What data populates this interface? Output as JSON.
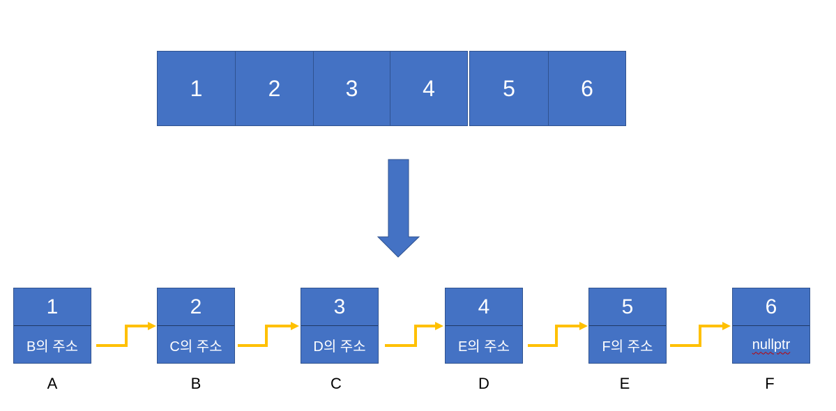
{
  "array": {
    "values": [
      "1",
      "2",
      "3",
      "4",
      "5",
      "6"
    ]
  },
  "nodes": [
    {
      "value": "1",
      "next": "B의 주소",
      "label": "A"
    },
    {
      "value": "2",
      "next": "C의 주소",
      "label": "B"
    },
    {
      "value": "3",
      "next": "D의 주소",
      "label": "C"
    },
    {
      "value": "4",
      "next": "E의 주소",
      "label": "D"
    },
    {
      "value": "5",
      "next": "F의 주소",
      "label": "E"
    },
    {
      "value": "6",
      "next": "nullptr",
      "label": "F"
    }
  ],
  "colors": {
    "box_fill": "#4472c4",
    "box_border": "#2f528f",
    "link_arrow": "#ffc000",
    "text": "#ffffff"
  }
}
